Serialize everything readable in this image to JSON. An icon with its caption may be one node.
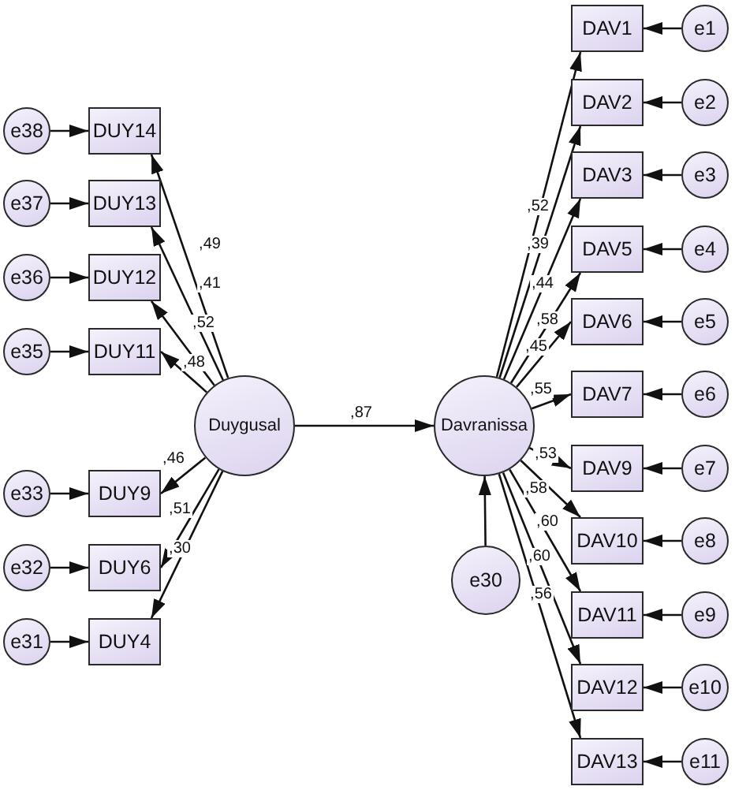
{
  "diagram": {
    "nodes": [
      {
        "text": [
          "Duygusal"
        ]
      },
      {
        "text": [
          "Davranissa"
        ]
      },
      {
        "text": [
          "e30"
        ]
      },
      {
        "text": [
          "DUY14"
        ]
      },
      {
        "text": [
          "DUY13"
        ]
      },
      {
        "text": [
          "DUY12"
        ]
      },
      {
        "text": [
          "DUY11"
        ]
      },
      {
        "text": [
          "DUY9"
        ]
      },
      {
        "text": [
          "DUY6"
        ]
      },
      {
        "text": [
          "DUY4"
        ]
      },
      {
        "text": [
          "e38"
        ]
      },
      {
        "text": [
          "e37"
        ]
      },
      {
        "text": [
          "e36"
        ]
      },
      {
        "text": [
          "e35"
        ]
      },
      {
        "text": [
          "e33"
        ]
      },
      {
        "text": [
          "e32"
        ]
      },
      {
        "text": [
          "e31"
        ]
      },
      {
        "text": [
          "DAV1"
        ]
      },
      {
        "text": [
          "DAV2"
        ]
      },
      {
        "text": [
          "DAV3"
        ]
      },
      {
        "text": [
          "DAV5"
        ]
      },
      {
        "text": [
          "DAV6"
        ]
      },
      {
        "text": [
          "DAV7"
        ]
      },
      {
        "text": [
          "DAV9"
        ]
      },
      {
        "text": [
          "DAV10"
        ]
      },
      {
        "text": [
          "DAV11"
        ]
      },
      {
        "text": [
          "DAV12"
        ]
      },
      {
        "text": [
          "DAV13"
        ]
      },
      {
        "text": [
          "e1"
        ]
      },
      {
        "text": [
          "e2"
        ]
      },
      {
        "text": [
          "e3"
        ]
      },
      {
        "text": [
          "e4"
        ]
      },
      {
        "text": [
          "e5"
        ]
      },
      {
        "text": [
          "e6"
        ]
      },
      {
        "text": [
          "e7"
        ]
      },
      {
        "text": [
          "e8"
        ]
      },
      {
        "text": [
          "e9"
        ]
      },
      {
        "text": [
          "e10"
        ]
      },
      {
        "text": [
          "e11"
        ]
      }
    ],
    "edges": [
      {
        "from": 0,
        "to": 1,
        "arrow": "to",
        "label": ",87"
      },
      {
        "from": 2,
        "to": 1,
        "arrow": "to"
      },
      {
        "from": 0,
        "to": 3,
        "arrow": "to",
        "label": ",49"
      },
      {
        "from": 0,
        "to": 4,
        "arrow": "to",
        "label": ",41"
      },
      {
        "from": 0,
        "to": 5,
        "arrow": "to",
        "label": ",52"
      },
      {
        "from": 0,
        "to": 6,
        "arrow": "to",
        "label": ",48"
      },
      {
        "from": 0,
        "to": 7,
        "arrow": "to",
        "label": ",46"
      },
      {
        "from": 0,
        "to": 8,
        "arrow": "to",
        "label": ",51"
      },
      {
        "from": 0,
        "to": 9,
        "arrow": "to",
        "label": ",30"
      },
      {
        "from": 10,
        "to": 3,
        "arrow": "to"
      },
      {
        "from": 11,
        "to": 4,
        "arrow": "to"
      },
      {
        "from": 12,
        "to": 5,
        "arrow": "to"
      },
      {
        "from": 13,
        "to": 6,
        "arrow": "to"
      },
      {
        "from": 14,
        "to": 7,
        "arrow": "to"
      },
      {
        "from": 15,
        "to": 8,
        "arrow": "to"
      },
      {
        "from": 16,
        "to": 9,
        "arrow": "to"
      },
      {
        "from": 1,
        "to": 17,
        "arrow": "to",
        "label": ",52"
      },
      {
        "from": 1,
        "to": 18,
        "arrow": "to",
        "label": ",39"
      },
      {
        "from": 1,
        "to": 19,
        "arrow": "to",
        "label": ",44"
      },
      {
        "from": 1,
        "to": 20,
        "arrow": "to",
        "label": ",58"
      },
      {
        "from": 1,
        "to": 21,
        "arrow": "to",
        "label": ",45"
      },
      {
        "from": 1,
        "to": 22,
        "arrow": "to",
        "label": ",55"
      },
      {
        "from": 1,
        "to": 23,
        "arrow": "to",
        "label": ",53"
      },
      {
        "from": 1,
        "to": 24,
        "arrow": "to",
        "label": ",58"
      },
      {
        "from": 1,
        "to": 25,
        "arrow": "to",
        "label": ",60"
      },
      {
        "from": 1,
        "to": 26,
        "arrow": "to",
        "label": ",60"
      },
      {
        "from": 1,
        "to": 27,
        "arrow": "to",
        "label": ",56"
      },
      {
        "from": 28,
        "to": 17,
        "arrow": "to"
      },
      {
        "from": 29,
        "to": 18,
        "arrow": "to"
      },
      {
        "from": 30,
        "to": 19,
        "arrow": "to"
      },
      {
        "from": 31,
        "to": 20,
        "arrow": "to"
      },
      {
        "from": 32,
        "to": 21,
        "arrow": "to"
      },
      {
        "from": 33,
        "to": 22,
        "arrow": "to"
      },
      {
        "from": 34,
        "to": 23,
        "arrow": "to"
      },
      {
        "from": 35,
        "to": 24,
        "arrow": "to"
      },
      {
        "from": 36,
        "to": 25,
        "arrow": "to"
      },
      {
        "from": 37,
        "to": 26,
        "arrow": "to"
      },
      {
        "from": 38,
        "to": 27,
        "arrow": "to"
      }
    ]
  }
}
